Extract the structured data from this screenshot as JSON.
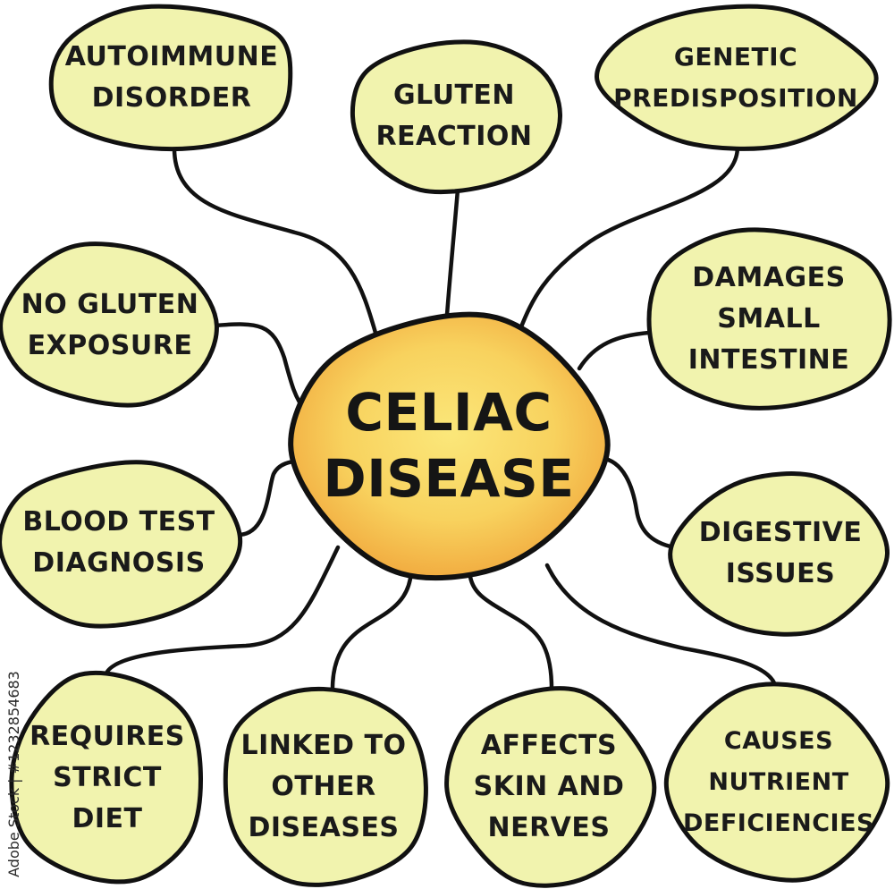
{
  "colors": {
    "bubble_fill": "#f1f3ae",
    "center_fill_inner": "#fbe77a",
    "center_fill_outer": "#f0a43a",
    "outline": "#111111"
  },
  "diagram": {
    "type": "mind-map",
    "center": {
      "lines": [
        "CELIAC",
        "DISEASE"
      ]
    },
    "nodes": [
      {
        "id": "autoimmune",
        "lines": [
          "AUTOIMMUNE",
          "DISORDER"
        ]
      },
      {
        "id": "gluten",
        "lines": [
          "GLUTEN",
          "REACTION"
        ]
      },
      {
        "id": "genetic",
        "lines": [
          "GENETIC",
          "PREDISPOSITION"
        ]
      },
      {
        "id": "no-gluten",
        "lines": [
          "NO GLUTEN",
          "EXPOSURE"
        ]
      },
      {
        "id": "damages",
        "lines": [
          "DAMAGES",
          "SMALL",
          "INTESTINE"
        ]
      },
      {
        "id": "blood-test",
        "lines": [
          "BLOOD TEST",
          "DIAGNOSIS"
        ]
      },
      {
        "id": "digestive",
        "lines": [
          "DIGESTIVE",
          "ISSUES"
        ]
      },
      {
        "id": "diet",
        "lines": [
          "REQUIRES",
          "STRICT",
          "DIET"
        ]
      },
      {
        "id": "linked",
        "lines": [
          "LINKED TO",
          "OTHER",
          "DISEASES"
        ]
      },
      {
        "id": "skin",
        "lines": [
          "AFFECTS",
          "SKIN AND",
          "NERVES"
        ]
      },
      {
        "id": "nutrient",
        "lines": [
          "CAUSES",
          "NUTRIENT",
          "DEFICIENCIES"
        ]
      }
    ]
  },
  "watermark": "Adobe Stock | #1232854683"
}
